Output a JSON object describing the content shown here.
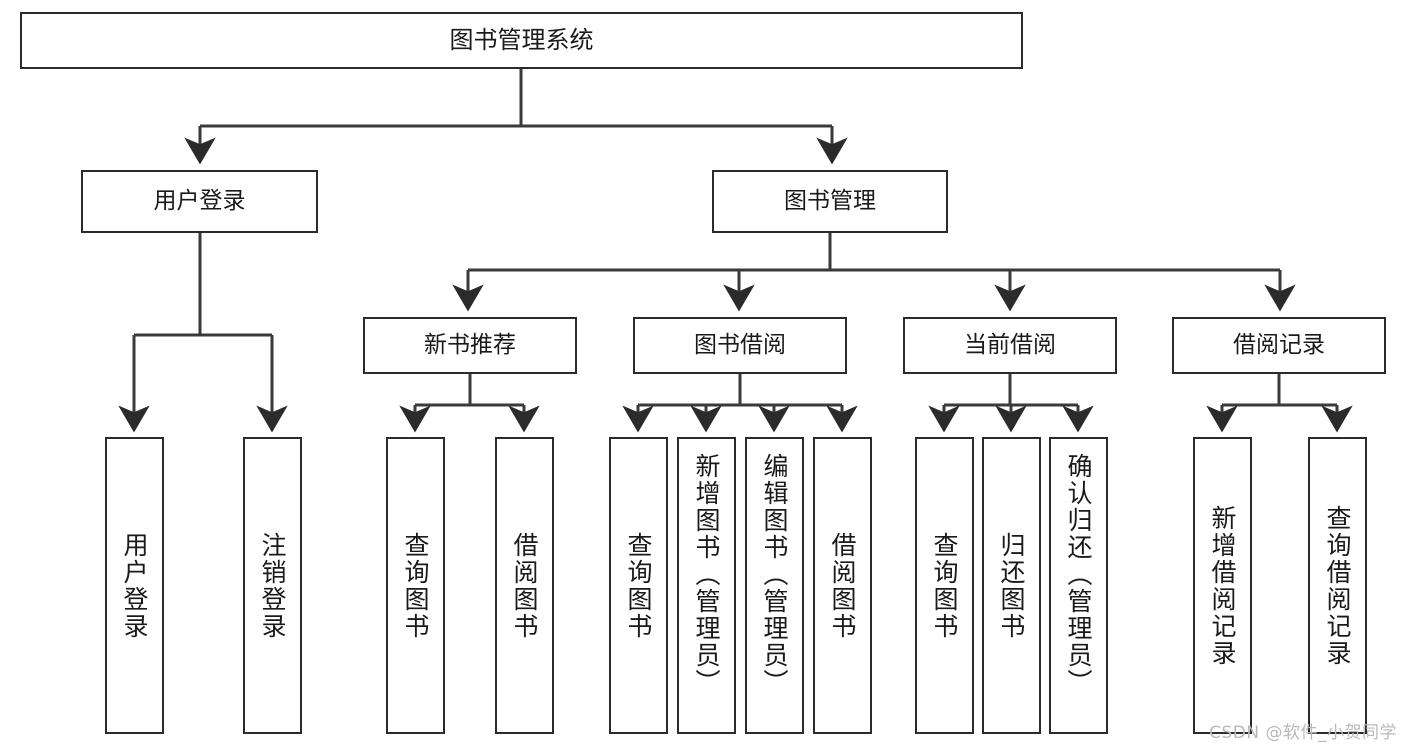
{
  "diagram": {
    "title": "图书管理系统",
    "watermark": "CSDN @软件_小贺同学",
    "colors": {
      "box_border": "#2b2b2b",
      "box_fill": "#ffffff",
      "wire": "#3a3a3a",
      "text": "#1a1a1a",
      "watermark": "#b9b9b9",
      "background": "#ffffff"
    },
    "root": {
      "label": "图书管理系统"
    },
    "level2": [
      {
        "label": "用户登录"
      },
      {
        "label": "图书管理"
      }
    ],
    "level3": [
      {
        "label": "新书推荐"
      },
      {
        "label": "图书借阅"
      },
      {
        "label": "当前借阅"
      },
      {
        "label": "借阅记录"
      }
    ],
    "leaves": {
      "user_login": [
        {
          "label": "用户登录"
        },
        {
          "label": "注销登录"
        }
      ],
      "new_book": [
        {
          "label": "查询图书"
        },
        {
          "label": "借阅图书"
        }
      ],
      "book_borrow": [
        {
          "label": "查询图书"
        },
        {
          "label": "新增图书（管理员）"
        },
        {
          "label": "编辑图书（管理员）"
        },
        {
          "label": "借阅图书"
        }
      ],
      "current_borrow": [
        {
          "label": "查询图书"
        },
        {
          "label": "归还图书"
        },
        {
          "label": "确认归还（管理员）"
        }
      ],
      "borrow_record": [
        {
          "label": "新增借阅记录"
        },
        {
          "label": "查询借阅记录"
        }
      ]
    }
  }
}
